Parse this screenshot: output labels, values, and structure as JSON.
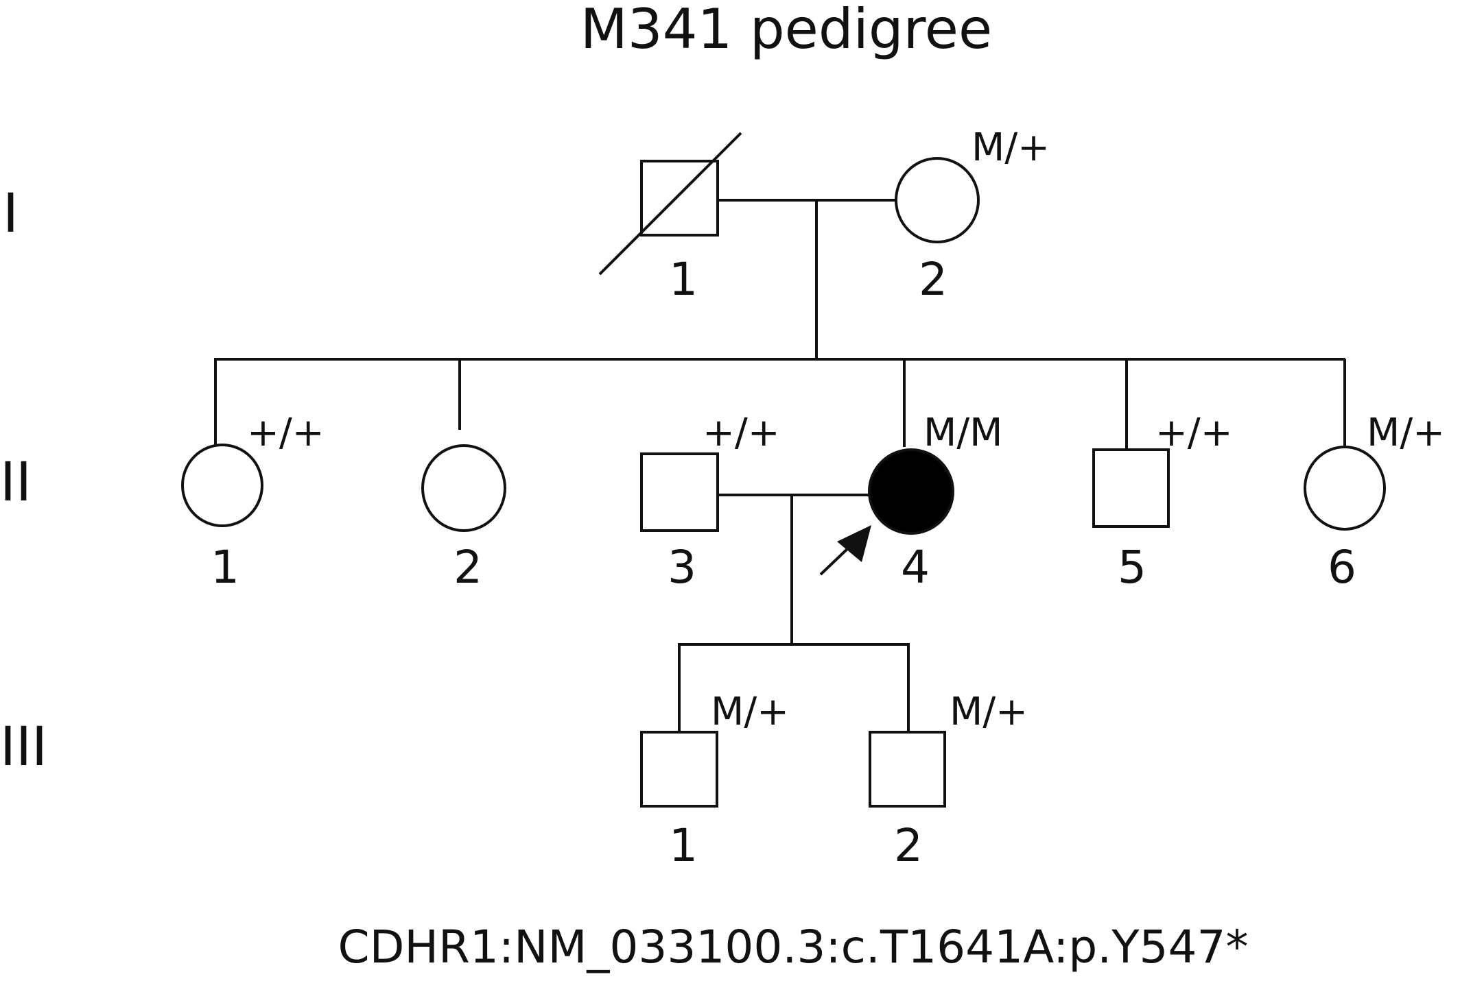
{
  "title": "M341 pedigree",
  "variant": "CDHR1:NM_033100.3:c.T1641A:p.Y547*",
  "generations": [
    {
      "id": "I",
      "label": "I"
    },
    {
      "id": "II",
      "label": "II"
    },
    {
      "id": "III",
      "label": "III"
    }
  ],
  "individuals": [
    {
      "id": "I-1",
      "number": "1",
      "sex": "male",
      "affected": false,
      "deceased": true,
      "genotype": ""
    },
    {
      "id": "I-2",
      "number": "2",
      "sex": "female",
      "affected": false,
      "deceased": false,
      "genotype": "M/+"
    },
    {
      "id": "II-1",
      "number": "1",
      "sex": "female",
      "affected": false,
      "deceased": false,
      "genotype": "+/+"
    },
    {
      "id": "II-2",
      "number": "2",
      "sex": "female",
      "affected": false,
      "deceased": false,
      "genotype": ""
    },
    {
      "id": "II-3",
      "number": "3",
      "sex": "male",
      "affected": false,
      "deceased": false,
      "genotype": "+/+"
    },
    {
      "id": "II-4",
      "number": "4",
      "sex": "female",
      "affected": true,
      "deceased": false,
      "proband": true,
      "genotype": "M/M"
    },
    {
      "id": "II-5",
      "number": "5",
      "sex": "male",
      "affected": false,
      "deceased": false,
      "genotype": "+/+"
    },
    {
      "id": "II-6",
      "number": "6",
      "sex": "female",
      "affected": false,
      "deceased": false,
      "genotype": "M/+"
    },
    {
      "id": "III-1",
      "number": "1",
      "sex": "male",
      "affected": false,
      "deceased": false,
      "genotype": "M/+"
    },
    {
      "id": "III-2",
      "number": "2",
      "sex": "male",
      "affected": false,
      "deceased": false,
      "genotype": "M/+"
    }
  ],
  "matings": [
    {
      "partners": [
        "I-1",
        "I-2"
      ],
      "children": [
        "II-1",
        "II-2",
        "II-4",
        "II-5",
        "II-6"
      ]
    },
    {
      "partners": [
        "II-3",
        "II-4"
      ],
      "children": [
        "III-1",
        "III-2"
      ]
    }
  ],
  "colors": {
    "line": "#111111",
    "affected_fill": "#000000",
    "unaffected_fill": "#ffffff"
  }
}
